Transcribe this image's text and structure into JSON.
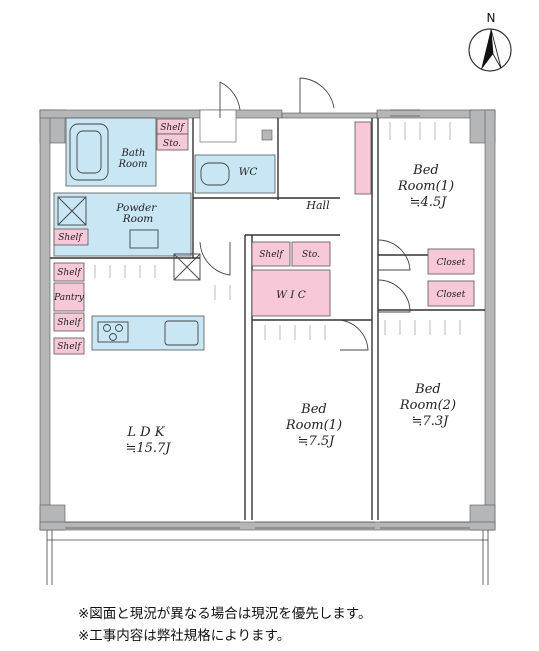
{
  "compass": {
    "label": "N"
  },
  "colors": {
    "wall": "#b5b6b8",
    "water": "#c9e6f5",
    "storage": "#f7c9d8",
    "line": "#333333"
  },
  "rooms": {
    "bath": [
      "Bath",
      "Room"
    ],
    "powder": [
      "Powder",
      "Room"
    ],
    "wc": "WC",
    "hall": "Hall",
    "ldk": [
      "L D K",
      "≒15.7J"
    ],
    "bed1_top": [
      "Bed",
      "Room(1)",
      "≒4.5J"
    ],
    "bed1_mid": [
      "Bed",
      "Room(1)",
      "≒7.5J"
    ],
    "bed2": [
      "Bed",
      "Room(2)",
      "≒7.3J"
    ],
    "wic": "W I C"
  },
  "storage_labels": {
    "shelf_bath": "Shelf",
    "sto_bath": "Sto.",
    "shelf_powder": "Shelf",
    "shelf_kitchen1": "Shelf",
    "pantry": "Pantry",
    "shelf_kitchen2": "Shelf",
    "shelf_kitchen3": "Shelf",
    "shelf_hall": "Shelf",
    "sto_hall": "Sto.",
    "closet1": "Closet",
    "closet2": "Closet"
  },
  "notes": [
    "※図面と現況が異なる場合は現況を優先します。",
    "※工事内容は弊社規格によります。"
  ]
}
